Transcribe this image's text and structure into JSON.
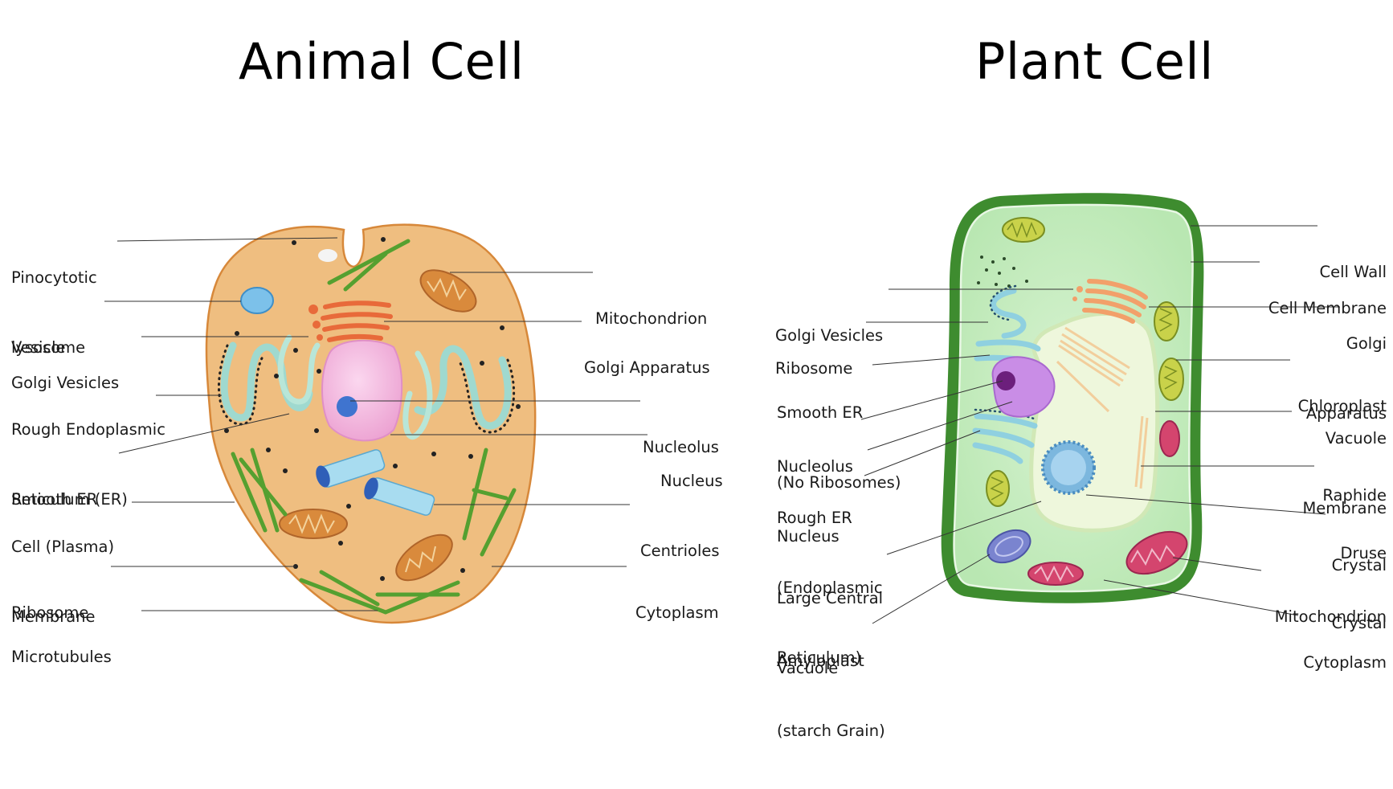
{
  "animal": {
    "title": "Animal Cell",
    "labels": {
      "pinocytotic": [
        "Pinocytotic",
        "Vesicle"
      ],
      "lysosome": [
        "lysosome"
      ],
      "golgi_vesicles": [
        "Golgi Vesicles"
      ],
      "rough_er": [
        "Rough Endoplasmic",
        "Reticulum (ER)"
      ],
      "smooth_er": [
        "Smooth ER"
      ],
      "cell_membrane": [
        "Cell (Plasma)",
        "Membrane"
      ],
      "ribosome": [
        "Ribosome"
      ],
      "microtubules": [
        "Microtubules"
      ],
      "mitochondrion": [
        "Mitochondrion"
      ],
      "golgi_apparatus": [
        "Golgi Apparatus"
      ],
      "nucleolus": [
        "Nucleolus"
      ],
      "nucleus": [
        "Nucleus"
      ],
      "centrioles": [
        "Centrioles"
      ],
      "cytoplasm": [
        "Cytoplasm"
      ]
    }
  },
  "plant": {
    "title": "Plant Cell",
    "labels": {
      "golgi_vesicles": [
        "Golgi Vesicles"
      ],
      "ribosome": [
        "Ribosome"
      ],
      "smooth_er": [
        "Smooth ER",
        "(No Ribosomes)"
      ],
      "nucleolus_nucleus": [
        "Nucleolus",
        "Nucleus"
      ],
      "rough_er": [
        "Rough ER",
        "(Endoplasmic",
        "Reticulum)"
      ],
      "vacuole": [
        "Large Central",
        "Vacuole"
      ],
      "amyloplast": [
        "Amyloplast",
        "(starch Grain)"
      ],
      "cell_wall": [
        "Cell Wall"
      ],
      "cell_membrane": [
        "Cell Membrane"
      ],
      "golgi_apparatus": [
        "Golgi",
        "Apparatus"
      ],
      "chloroplast": [
        "Chloroplast"
      ],
      "vacuole_membrane": [
        "Vacuole",
        "Membrane"
      ],
      "raphide": [
        "Raphide",
        "Crystal"
      ],
      "druse": [
        "Druse",
        "Crystal"
      ],
      "mitochondrion": [
        "Mitochondrion"
      ],
      "cytoplasm": [
        "Cytoplasm"
      ]
    }
  },
  "colors": {
    "animal_cytoplasm": "#efbe80",
    "animal_membrane": "#d7883a",
    "nucleus_pink": "#f3b9e0",
    "er_teal": "#9fd9cf",
    "microtubule_green": "#55a030",
    "mito_orange": "#d98a3c",
    "golgi_orange": "#e86a3a",
    "plant_wall": "#3e8c2f",
    "plant_cytoplasm": "#c9eec4",
    "vacuole_fill": "#eef7dc",
    "plant_nucleus": "#c98de6",
    "chloroplast": "#c9d24a",
    "mito_plant": "#d4456e",
    "amyloplast": "#7a84cf",
    "leader_line": "#333333"
  }
}
